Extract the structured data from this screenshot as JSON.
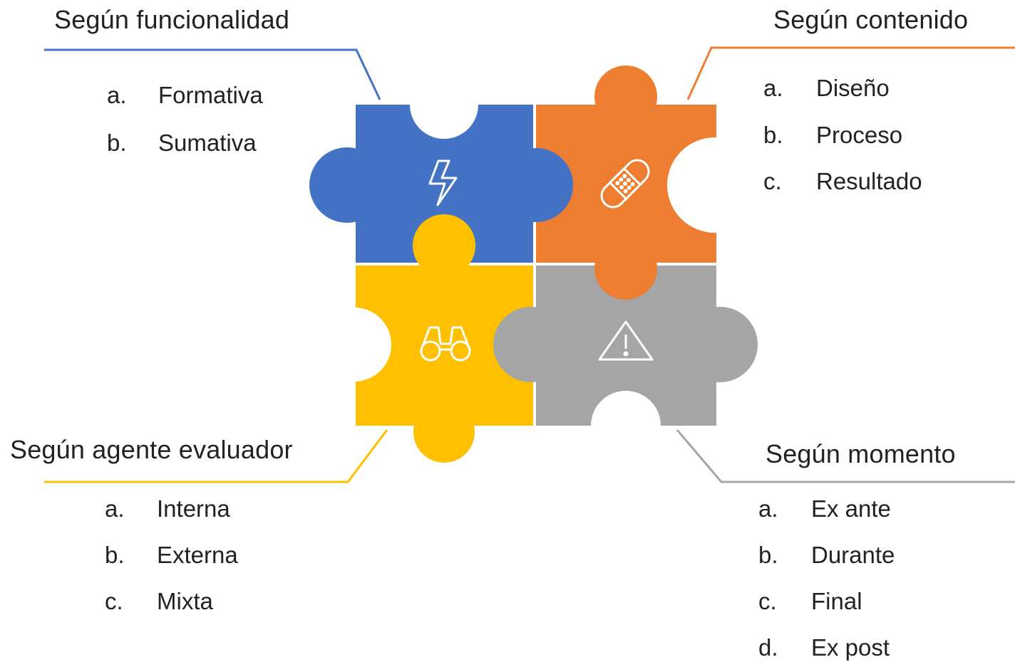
{
  "colors": {
    "blue": "#4472C4",
    "orange": "#ED7D31",
    "yellow": "#FFC000",
    "gray": "#A5A5A5",
    "text": "#222222"
  },
  "icons": {
    "blue": "lightning-icon",
    "orange": "bandage-icon",
    "yellow": "binoculars-icon",
    "gray": "warning-icon"
  },
  "groups": {
    "funcionalidad": {
      "title": "Según funcionalidad",
      "items": [
        {
          "marker": "a.",
          "label": "Formativa"
        },
        {
          "marker": "b.",
          "label": "Sumativa"
        }
      ]
    },
    "contenido": {
      "title": "Según contenido",
      "items": [
        {
          "marker": "a.",
          "label": "Diseño"
        },
        {
          "marker": "b.",
          "label": "Proceso"
        },
        {
          "marker": "c.",
          "label": "Resultado"
        }
      ]
    },
    "agente": {
      "title": "Según agente evaluador",
      "items": [
        {
          "marker": "a.",
          "label": "Interna"
        },
        {
          "marker": "b.",
          "label": "Externa"
        },
        {
          "marker": "c.",
          "label": "Mixta"
        }
      ]
    },
    "momento": {
      "title": "Según momento",
      "items": [
        {
          "marker": "a.",
          "label": "Ex ante"
        },
        {
          "marker": "b.",
          "label": "Durante"
        },
        {
          "marker": "c.",
          "label": "Final"
        },
        {
          "marker": "d.",
          "label": "Ex post"
        }
      ]
    }
  }
}
